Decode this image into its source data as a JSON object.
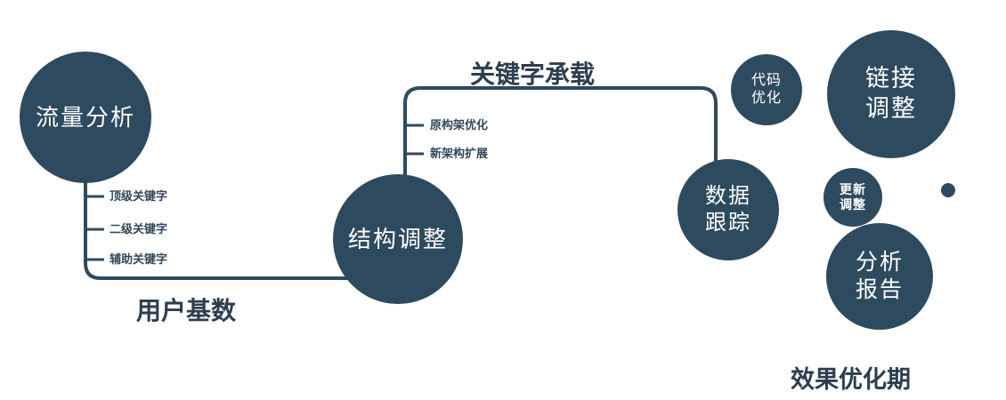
{
  "colors": {
    "node_fill": "#2e4a5e",
    "node_text": "#ffffff",
    "line": "#2e4a5e",
    "label_text": "#2c3e50"
  },
  "diagram": {
    "nodes": {
      "traffic_analysis": {
        "label": "流量分析"
      },
      "structure_adjust": {
        "label": "结构调整"
      },
      "data_tracking": {
        "line1": "数据",
        "line2": "跟踪"
      },
      "code_optimization": {
        "line1": "代码",
        "line2": "优化"
      },
      "link_adjust": {
        "line1": "链接",
        "line2": "调整"
      },
      "update_adjust": {
        "line1": "更新",
        "line2": "调整"
      },
      "analysis_report": {
        "line1": "分析",
        "line2": "报告"
      }
    },
    "edge_labels": {
      "keyword_carry": "关键字承载",
      "user_base": "用户基数",
      "effect_period": "效果优化期"
    },
    "branch_labels": {
      "traffic": [
        "顶级关键字",
        "二级关键字",
        "辅助关键字"
      ],
      "structure": [
        "原构架优化",
        "新架构扩展"
      ]
    }
  }
}
